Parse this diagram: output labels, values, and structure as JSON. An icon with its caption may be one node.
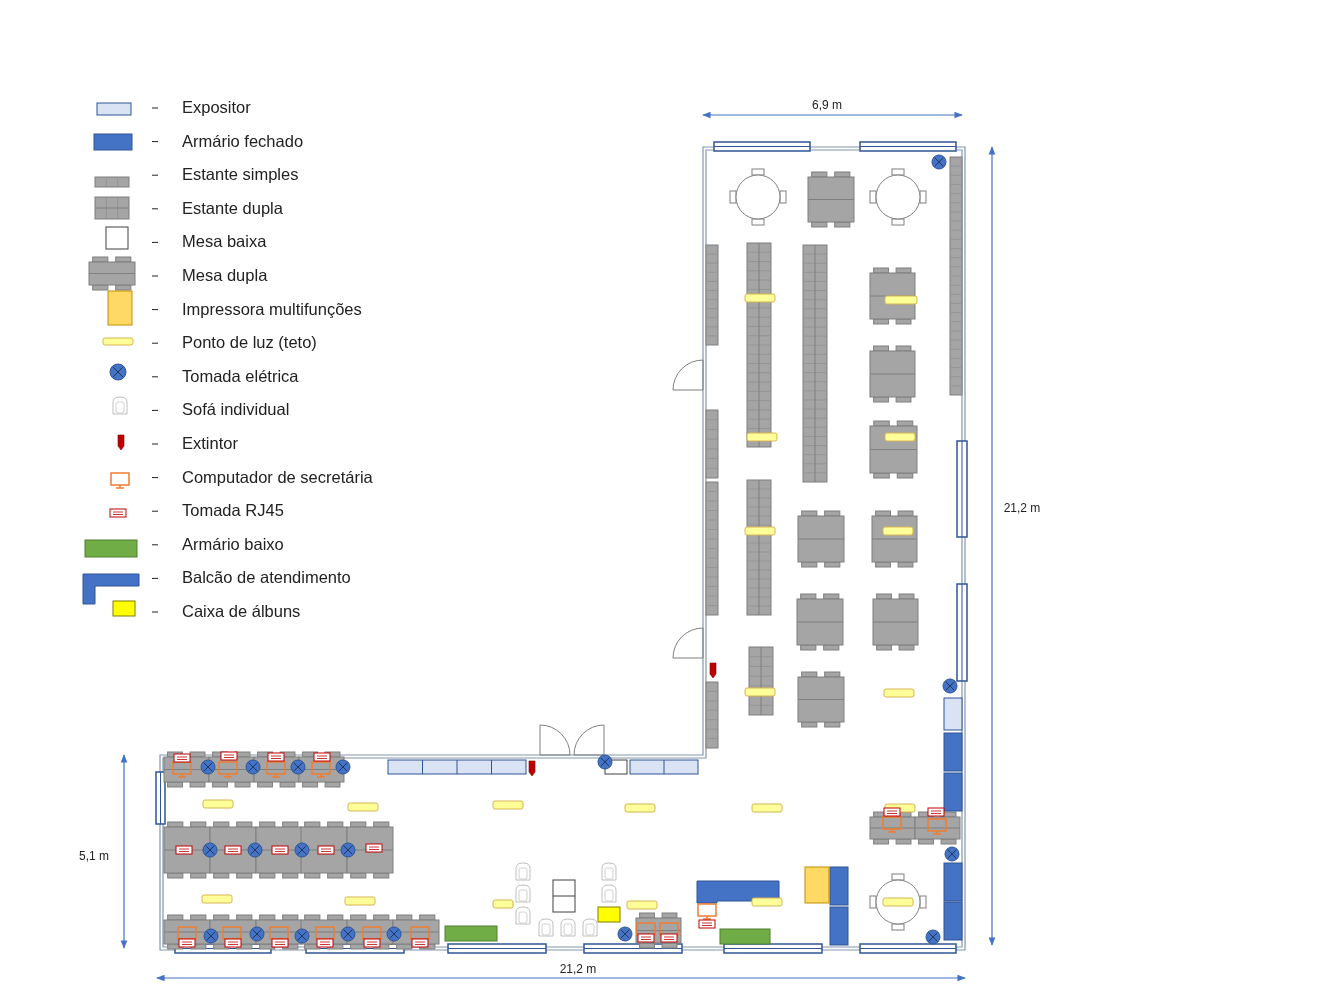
{
  "diagram": {
    "labels": [
      "6,9 m",
      "21,2 m",
      "5,1 m",
      "21,2 m"
    ],
    "legend": [
      {
        "text": "Expositor"
      },
      {
        "text": "Armário fechado",
        "color": "#4472c4"
      },
      {
        "text": "Estante simples"
      },
      {
        "text": "Estante dupla"
      },
      {
        "text": "Mesa baixa"
      },
      {
        "text": "Mesa dupla"
      },
      {
        "text": "Impressora multifunções",
        "color": "#ffd966"
      },
      {
        "text": "Ponto de luz (teto)"
      },
      {
        "text": "Tomada elétrica"
      },
      {
        "text": "Sofá individual"
      },
      {
        "text": "Extintor"
      },
      {
        "text": "Computador de secretária"
      },
      {
        "text": "Tomada RJ45"
      },
      {
        "text": "Armário baixo",
        "color": "#70ad47"
      },
      {
        "text": "Balcão de atendimento"
      },
      {
        "text": "Caixa de álbuns",
        "color": "#ffff00"
      }
    ]
  }
}
